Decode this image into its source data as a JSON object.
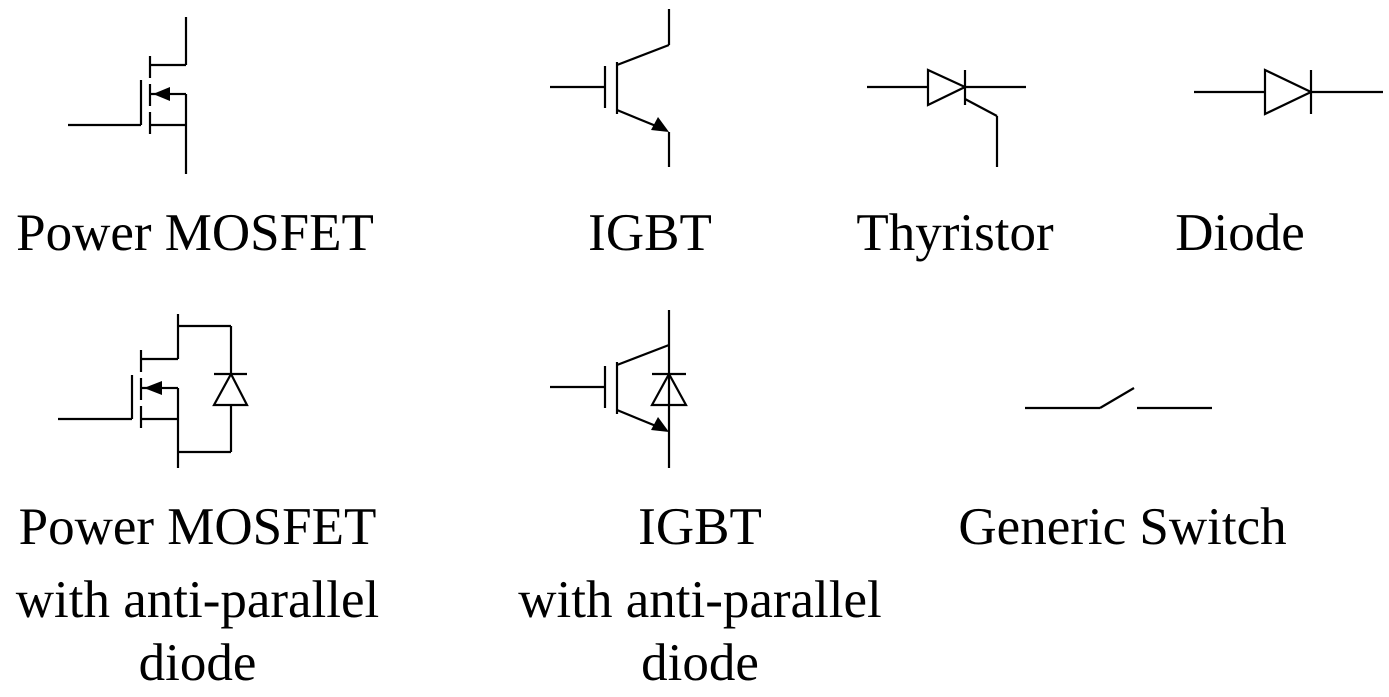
{
  "colors": {
    "stroke": "#000000",
    "background": "#ffffff"
  },
  "symbols": [
    {
      "id": "power-mosfet",
      "lines": [
        "Power MOSFET"
      ]
    },
    {
      "id": "igbt",
      "lines": [
        "IGBT"
      ]
    },
    {
      "id": "thyristor",
      "lines": [
        "Thyristor"
      ]
    },
    {
      "id": "diode",
      "lines": [
        "Diode"
      ]
    },
    {
      "id": "power-mosfet-antiparallel",
      "lines": [
        "Power MOSFET",
        "with anti-parallel",
        "diode"
      ]
    },
    {
      "id": "igbt-antiparallel",
      "lines": [
        "IGBT",
        "with anti-parallel",
        "diode"
      ]
    },
    {
      "id": "generic-switch",
      "lines": [
        "Generic Switch"
      ]
    }
  ]
}
